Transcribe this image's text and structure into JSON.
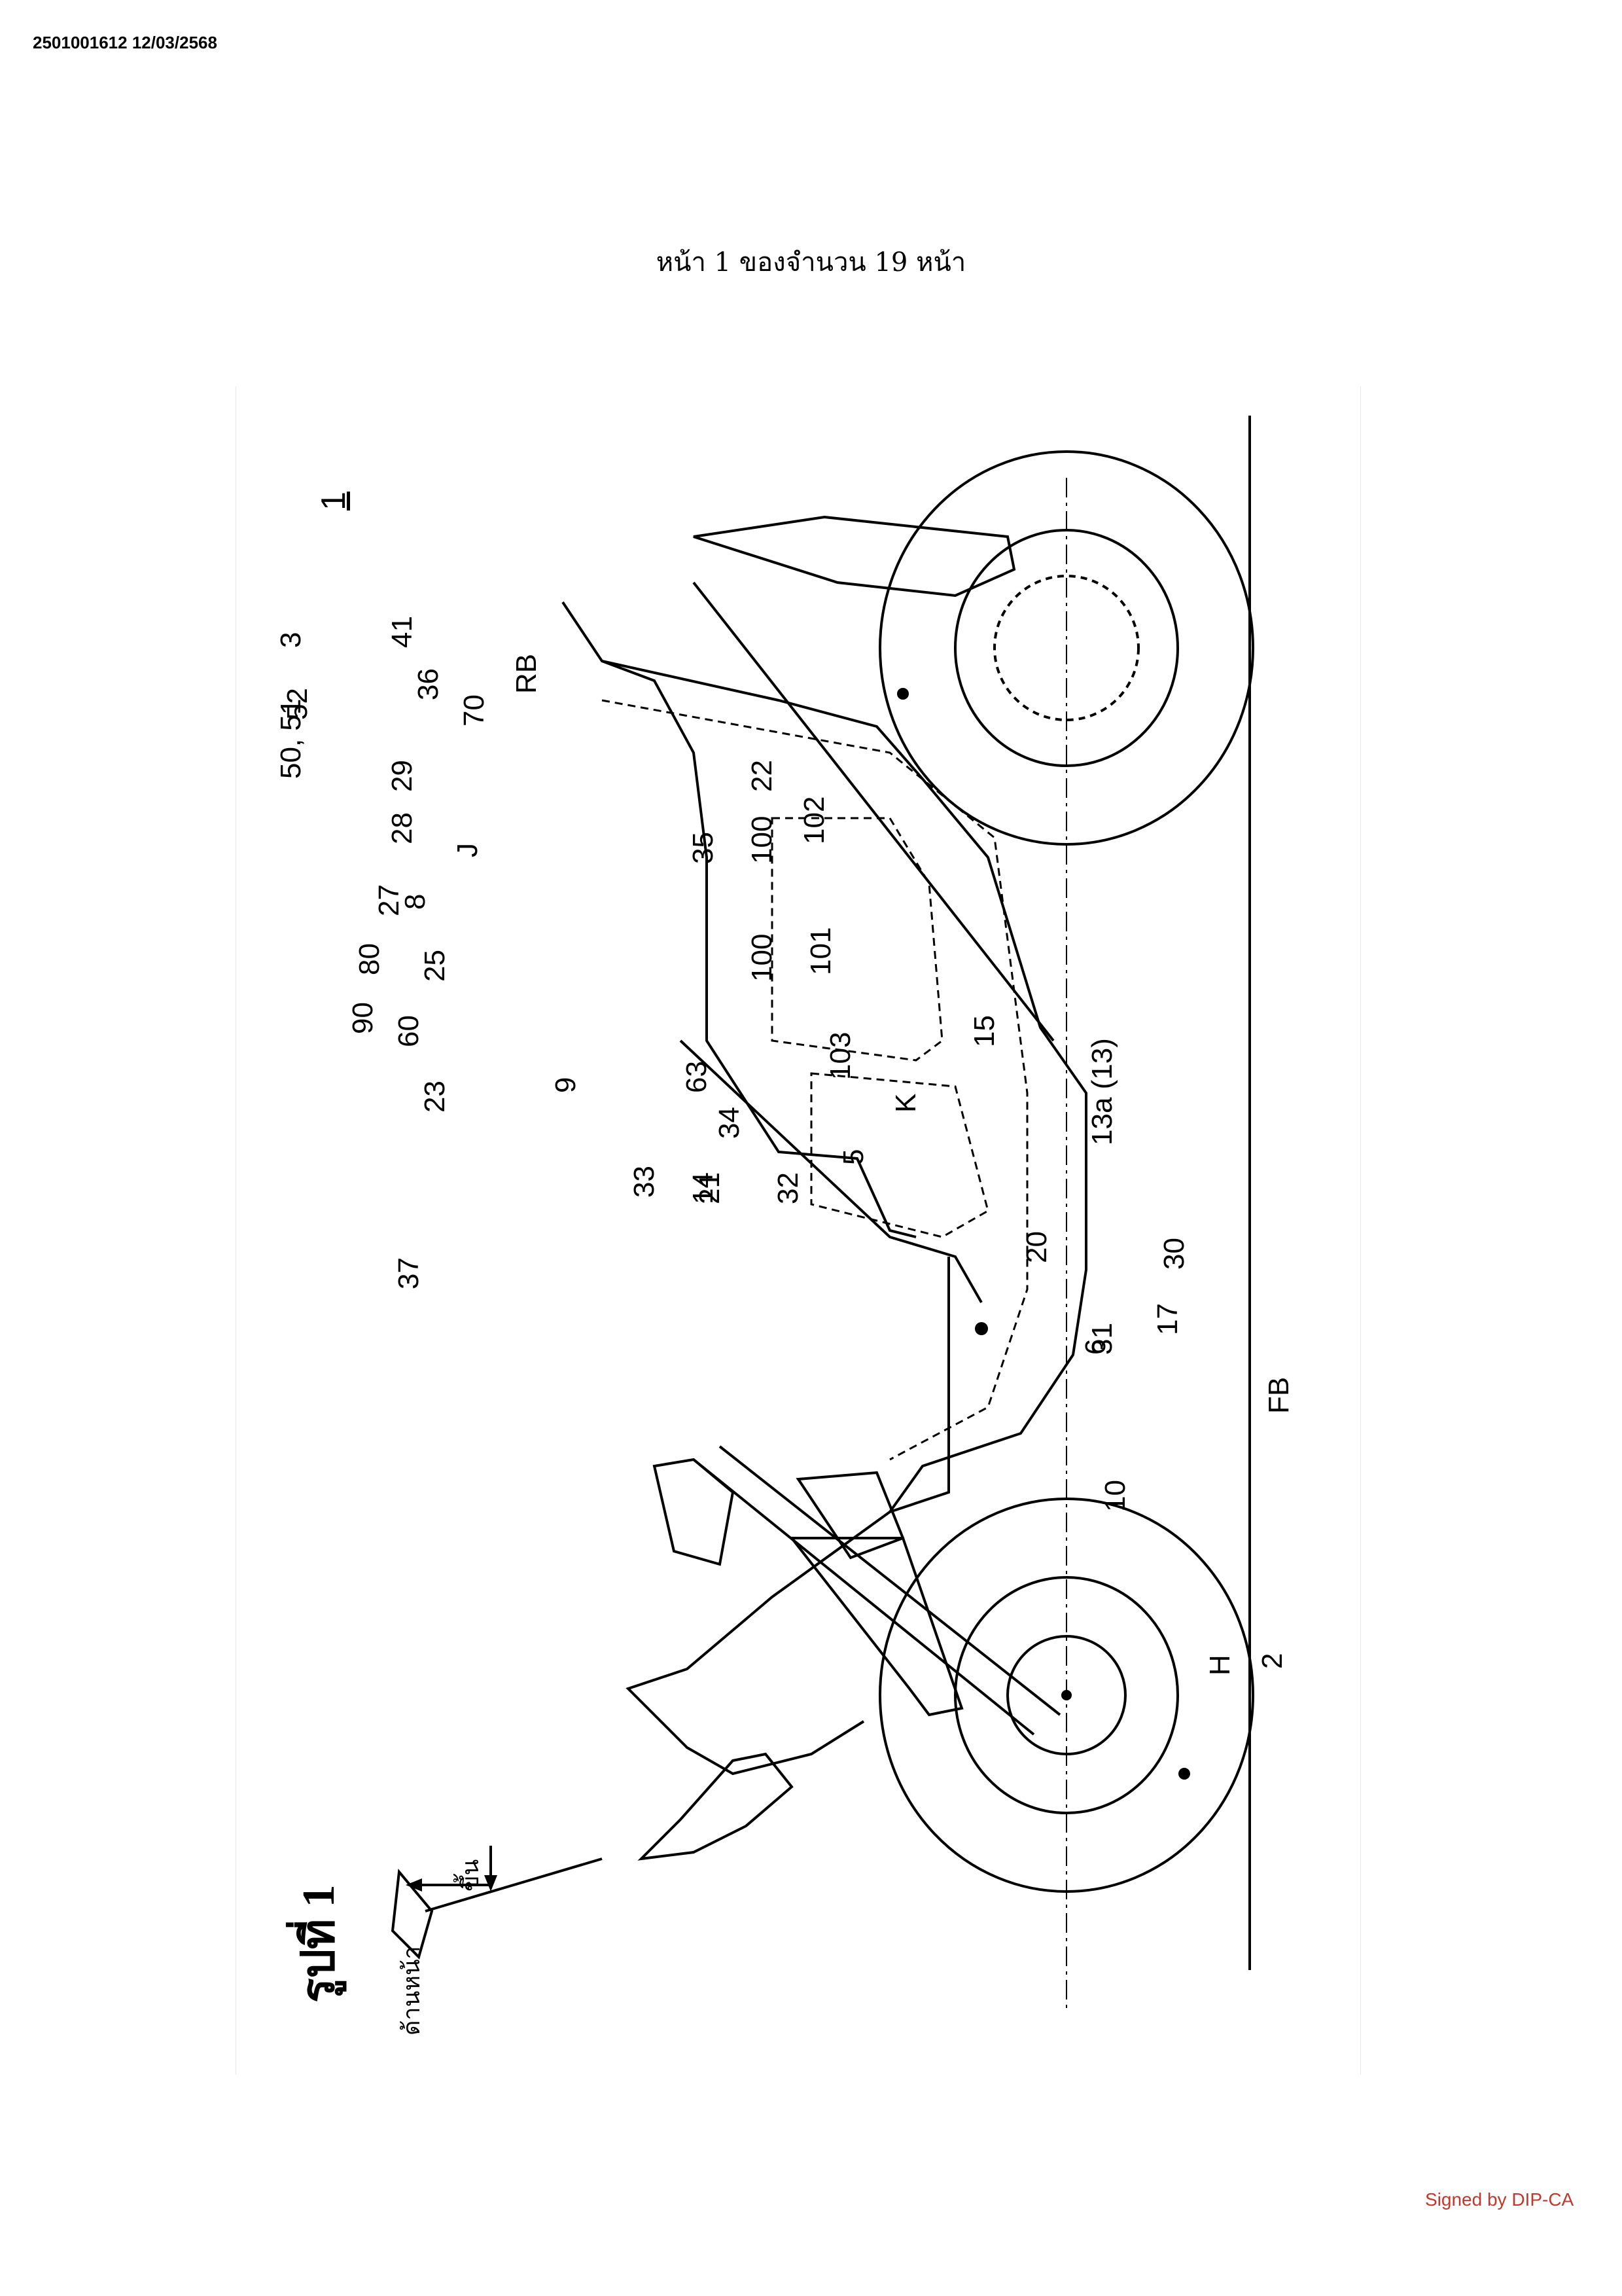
{
  "document": {
    "header_id": "2501001612 12/03/2568",
    "page_count_text": "หน้า 1 ของจำนวน 19 หน้า",
    "signature_text": "Signed by DIP-CA"
  },
  "figure": {
    "title": "รูปที่ 1",
    "assembly_ref": "1",
    "direction_up": "ขึ้น",
    "direction_front": "ด้านหน้า",
    "reference_labels": [
      "RB",
      "36",
      "41",
      "3",
      "52",
      "70",
      "50, 51",
      "22",
      "29",
      "102",
      "100",
      "J",
      "35",
      "28",
      "8",
      "27",
      "101",
      "100",
      "80",
      "25",
      "15",
      "60",
      "90",
      "103",
      "63",
      "9",
      "23",
      "K",
      "13a (13)",
      "34",
      "33",
      "14",
      "5",
      "32",
      "21",
      "37",
      "30",
      "20",
      "6",
      "FB",
      "31",
      "17",
      "10",
      "H",
      "2"
    ]
  }
}
